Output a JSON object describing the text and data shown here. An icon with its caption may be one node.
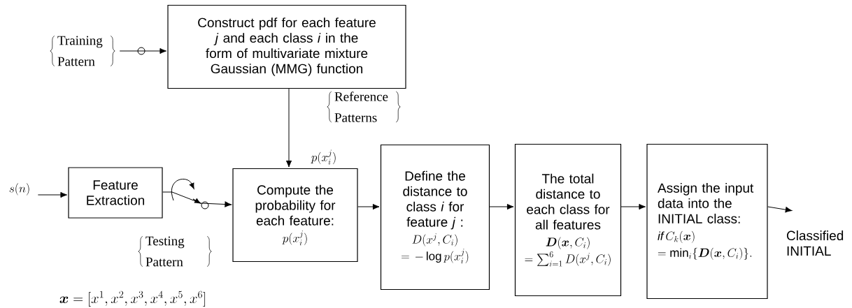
{
  "diagram": {
    "nodes": [
      {
        "text": [
          "Construct pdf for each feature *j* and each class *i* in the form of multivariate mixture Gaussian (MMG) function"
        ]
      },
      {
        "text": [
          "Training Pattern"
        ]
      },
      {
        "text": [
          "Feature Extraction"
        ]
      },
      {
        "text": [
          "Compute the probability for each feature:",
          "p(x_i^j)"
        ],
        "beside": [
          "p(x_i^j)"
        ]
      },
      {
        "text": [
          "Define the distance to class *i* for feature *j* :",
          "D(x^j,C_i)",
          "=-\\log p(x_i^j)"
        ]
      },
      {
        "text": [
          "The total distance to each class for all features",
          "\\boldsymbol{D}(\\boldsymbol{x},C_i)",
          "=\\sum_{i=1}^{6} D(x^j,C_i)"
        ]
      },
      {
        "text": [
          "Assign the input data into the INITIAL class:",
          "\\mathit{if}\\, C_k(\\boldsymbol{x})",
          "=\\min_i\\{\\boldsymbol{D}(\\boldsymbol{x},C_i)\\}."
        ]
      },
      {
        "text": [
          "Classified INITIAL"
        ]
      },
      {
        "text": [
          "s(n)"
        ]
      }
    ],
    "edges": [
      {
        "from": 1,
        "to": 0,
        "arrow": "to"
      },
      {
        "from": 0,
        "to": 3,
        "arrow": "to",
        "label": "Reference Patterns"
      },
      {
        "from": 8,
        "to": 2,
        "arrow": "to"
      },
      {
        "from": 2,
        "to": 3,
        "arrow": "to",
        "label": "Testing Pattern"
      },
      {
        "from": 3,
        "to": 4,
        "arrow": "to"
      },
      {
        "from": 4,
        "to": 5,
        "arrow": "to"
      },
      {
        "from": 5,
        "to": 6,
        "arrow": "to"
      },
      {
        "from": 6,
        "to": 7,
        "arrow": "to"
      }
    ],
    "labels": [
      "\\boldsymbol{x}=[x^1,x^2,x^3,x^4,x^5,x^6]"
    ]
  }
}
